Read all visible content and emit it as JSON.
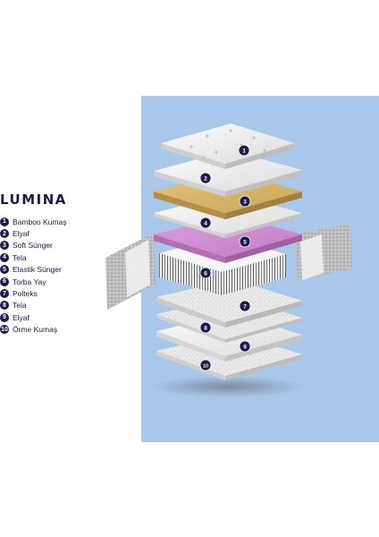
{
  "product": {
    "name": "LUMINA"
  },
  "layers": [
    {
      "number": "1",
      "label": "Bamboo Kumaş"
    },
    {
      "number": "2",
      "label": "Elyaf"
    },
    {
      "number": "3",
      "label": "Soft Sünger"
    },
    {
      "number": "4",
      "label": "Tela"
    },
    {
      "number": "5",
      "label": "Elastik Sünger"
    },
    {
      "number": "6",
      "label": "Torba Yay"
    },
    {
      "number": "7",
      "label": "Polteks"
    },
    {
      "number": "8",
      "label": "Tela"
    },
    {
      "number": "9",
      "label": "Elyaf"
    },
    {
      "number": "10",
      "label": "Örme Kumaş"
    }
  ],
  "colors": {
    "panel": "#a9c7e9",
    "badge": "#1d1a4a",
    "layer_white": "#f1f1f1",
    "layer_soft_foam": "#d8b968",
    "layer_elastic_foam": "#cf8fd0",
    "spring": "#555555"
  }
}
